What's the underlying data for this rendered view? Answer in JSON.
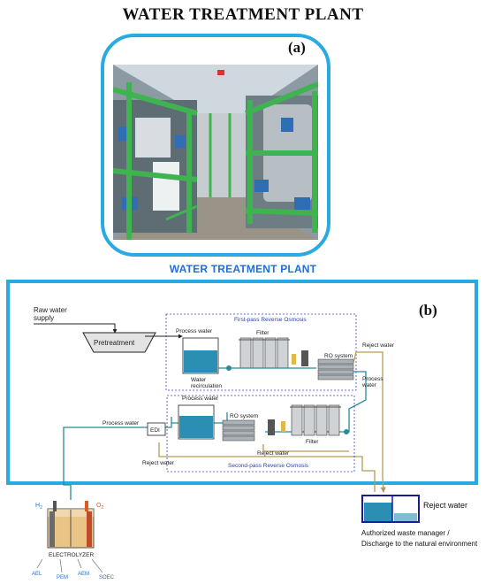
{
  "main_title": "WATER TREATMENT PLANT",
  "sub_title": "WATER TREATMENT PLANT",
  "panel_a_label": "(a)",
  "panel_b_label": "(b)",
  "diagram": {
    "raw_water_1": "Raw water",
    "raw_water_2": "supply",
    "pretreatment": "Pretreatment",
    "first_pass": "First-pass Reverse Osmosis",
    "second_pass": "Second-pass Reverse Osmosis",
    "process_water_1": "Process water",
    "filter_1": "Filter",
    "ro_system_1": "RO system",
    "reject_water_1": "Reject water",
    "process_water_right_1": "Process",
    "process_water_right_2": "water",
    "water_recirculation_1": "Water",
    "water_recirculation_2": "recirculation",
    "process_water_2": "Process water",
    "process_water_left": "Process water",
    "edi": "EDI",
    "ro_system_2": "RO system",
    "filter_2": "Filter",
    "reject_water_2": "Reject water",
    "reject_water_3": "Reject water"
  },
  "electrolyzer": {
    "h2": "H",
    "h2_sub": "2",
    "o2": "O",
    "o2_sub": "2",
    "label": "ELECTROLYZER",
    "types": [
      "AEL",
      "PEM",
      "AEM",
      "SOEC"
    ]
  },
  "waste": {
    "reject_water": "Reject water",
    "line1": "Authorized waste manager /",
    "line2": "Discharge to the natural environment"
  },
  "colors": {
    "frame": "#29abe2",
    "subtitle": "#1e6fd9",
    "reject_pipe": "#b39b55",
    "process_pipe": "#2a8a96",
    "tank_water": "#2b8fb3",
    "box_border": "#3b3fd0"
  }
}
